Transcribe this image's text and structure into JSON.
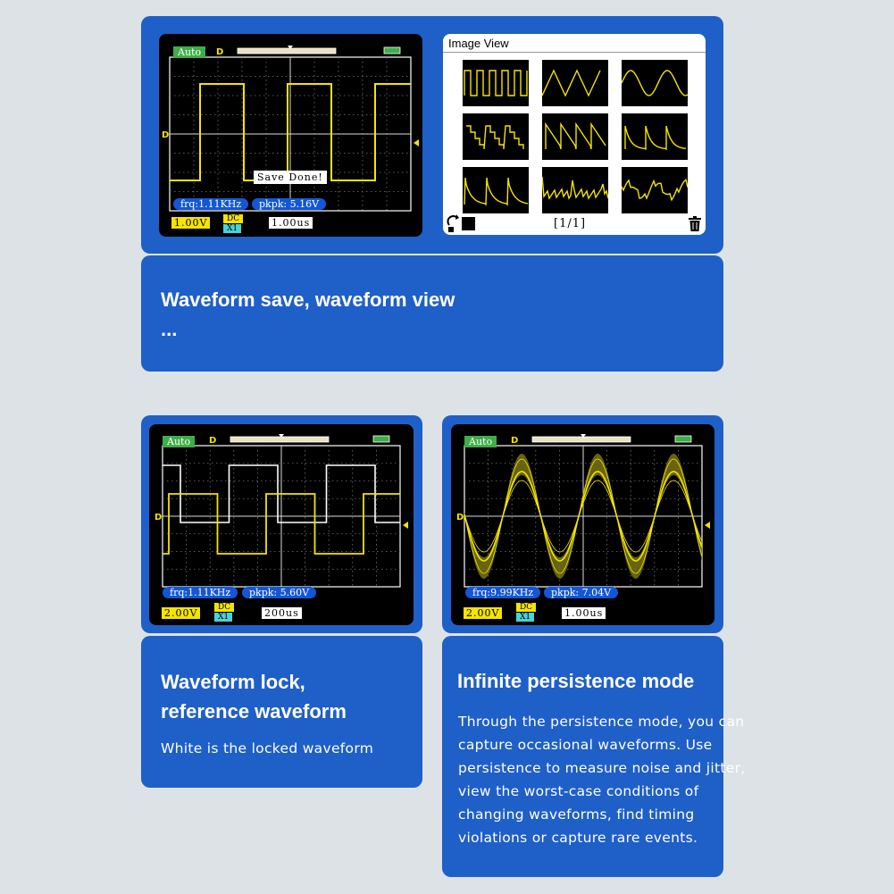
{
  "top": {
    "scope": {
      "mode": "Auto",
      "frequency": "frq:1.11KHz",
      "pkpk": "pkpk: 5.16V",
      "volts_div": "1.00V",
      "coupling": "DC",
      "probe": "X1",
      "time_div": "1.00us",
      "message": "Save Done!"
    },
    "image_view": {
      "title": "Image View",
      "page": "[1/1]",
      "thumbnails": [
        "square",
        "triangle",
        "sine",
        "staircase",
        "ramp-down",
        "sawtooth-decay",
        "exponential-decay",
        "noise",
        "noisy-sine"
      ]
    },
    "heading_line1": "Waveform save, waveform view",
    "heading_line2": "..."
  },
  "left": {
    "scope": {
      "mode": "Auto",
      "frequency": "frq:1.11KHz",
      "pkpk": "pkpk: 5.60V",
      "volts_div": "2.00V",
      "coupling": "DC",
      "probe": "X1",
      "time_div": "200us"
    },
    "heading_line1": "Waveform lock,",
    "heading_line2": "reference waveform",
    "body": "White is the locked waveform"
  },
  "right": {
    "scope": {
      "mode": "Auto",
      "frequency": "frq:9.99KHz",
      "pkpk": "pkpk: 7.04V",
      "volts_div": "2.00V",
      "coupling": "DC",
      "probe": "X1",
      "time_div": "1.00us"
    },
    "heading": "Infinite persistence mode",
    "body_lines": [
      "Through the persistence mode, you can",
      "capture occasional waveforms. Use",
      "persistence to measure noise and jitter,",
      "view the worst-case conditions of",
      "changing waveforms, find timing",
      "violations or capture rare events."
    ]
  },
  "colors": {
    "card_blue": "#1f5fc8",
    "trace_yellow": "#f4e400",
    "reference_white": "#ffffff",
    "status_green": "#3fae49",
    "measurement_blue": "#1357d6",
    "probe_cyan": "#4ad3d8",
    "background": "#dde2e6"
  },
  "icons": [
    "trigger-marker-icon",
    "battery-icon",
    "trigger-level-arrow-icon",
    "refresh-icon",
    "delete-icon"
  ]
}
